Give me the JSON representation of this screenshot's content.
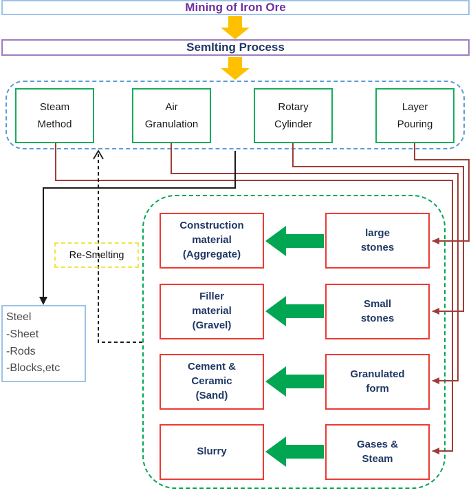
{
  "header": {
    "mining_label": "Mining of Iron Ore",
    "smelting_label": "Semlting Process"
  },
  "methods_group": {
    "items": [
      {
        "lines": [
          "Steam",
          "Method"
        ]
      },
      {
        "lines": [
          "Air",
          "Granulation"
        ]
      },
      {
        "lines": [
          "Rotary",
          "Cylinder"
        ]
      },
      {
        "lines": [
          "Layer",
          "Pouring"
        ]
      }
    ]
  },
  "products_group": {
    "rows": [
      {
        "output": [
          "Construction",
          "material",
          "(Aggregate)"
        ],
        "source": [
          "large",
          "stones"
        ]
      },
      {
        "output": [
          "Filler",
          "material",
          "(Gravel)"
        ],
        "source": [
          "Small",
          "stones"
        ]
      },
      {
        "output": [
          "Cement &",
          "Ceramic",
          "(Sand)"
        ],
        "source": [
          "Granulated",
          "form"
        ]
      },
      {
        "output": [
          "Slurry"
        ],
        "source": [
          "Gases &",
          "Steam"
        ]
      }
    ]
  },
  "recycle": {
    "label": "Re-Smelting"
  },
  "steel_box": {
    "lines": [
      "Steel",
      "-Sheet",
      "-Rods",
      "-Blocks,etc"
    ]
  },
  "connections": [
    {
      "from": "Mining of Iron Ore",
      "to": "Semlting Process",
      "style": "orange-block-arrow"
    },
    {
      "from": "Semlting Process",
      "to": "smelting-methods-group",
      "style": "orange-block-arrow"
    },
    {
      "from": "Steam Method",
      "to": "Gases & Steam",
      "style": "dark-red-line"
    },
    {
      "from": "Air Granulation",
      "to": "Granulated form",
      "style": "dark-red-line"
    },
    {
      "from": "Rotary Cylinder",
      "to": "Small stones",
      "style": "dark-red-line"
    },
    {
      "from": "Layer Pouring",
      "to": "large stones",
      "style": "dark-red-line"
    },
    {
      "from": "smelting-methods-group",
      "to": "Steel",
      "style": "black-line"
    },
    {
      "from": "products-group",
      "to": "smelting-methods-group",
      "via": "Re-Smelting",
      "style": "black-dashed-line"
    },
    {
      "from": "large stones",
      "to": "Construction material (Aggregate)",
      "style": "green-block-arrow"
    },
    {
      "from": "Small stones",
      "to": "Filler material (Gravel)",
      "style": "green-block-arrow"
    },
    {
      "from": "Granulated form",
      "to": "Cement & Ceramic (Sand)",
      "style": "green-block-arrow"
    },
    {
      "from": "Gases & Steam",
      "to": "Slurry",
      "style": "green-block-arrow"
    }
  ],
  "colors": {
    "mining_text": "#7030A0",
    "mining_border": "#9DC3E6",
    "smelting_text": "#203864",
    "smelting_border": "#9E7CC1",
    "orange_arrow": "#FFC000",
    "blue_dashed_group": "#5B9BD5",
    "method_border": "#17AB5B",
    "green_dashed_group": "#00A651",
    "green_arrow": "#00A651",
    "product_border": "#EC3A33",
    "product_text": "#1F3864",
    "dark_red_line": "#9E3D38",
    "black_line": "#1b1b1b",
    "recycle_border": "#EFE54C",
    "steel_border": "#9DC3E6",
    "steel_text": "#4a4a4a"
  }
}
